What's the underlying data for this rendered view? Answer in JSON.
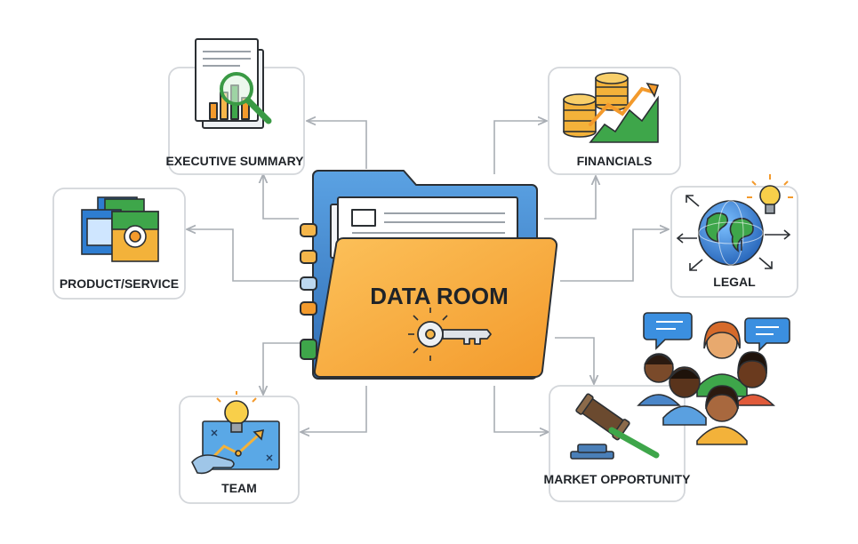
{
  "center": {
    "label": "DATA ROOM",
    "icon": "folder-key-icon"
  },
  "nodes": {
    "executive_summary": {
      "label": "EXECUTIVE SUMMARY",
      "icon": "document-chart-magnifier-icon"
    },
    "financials": {
      "label": "FINANCIALS",
      "icon": "coins-growth-chart-icon"
    },
    "product_service": {
      "label": "PRODUCT/SERVICE",
      "icon": "product-boxes-icon"
    },
    "legal": {
      "label": "LEGAL",
      "icon": "globe-lightbulb-icon"
    },
    "team": {
      "label": "TEAM",
      "icon": "lightbulb-strategy-board-icon"
    },
    "market_opportunity": {
      "label": "MARKET OPPORTUNITY",
      "icon": "gavel-icon"
    }
  },
  "people_group": {
    "icon": "people-group-chat-icon"
  },
  "colors": {
    "folder_orange": "#f5a93a",
    "folder_blue": "#3f7fc7",
    "connector": "#a9aeb4",
    "card_border": "#d3d6da"
  }
}
